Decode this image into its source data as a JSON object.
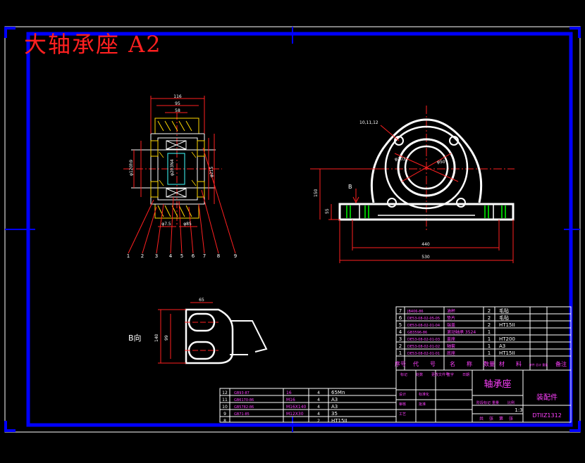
{
  "title": "大轴承座 A2",
  "colors": {
    "background": "#000000",
    "frame": "#0000ff",
    "outline": "#ffffff",
    "center": "#ff2020",
    "dim": "#ff2020",
    "yellow": "#ffd700",
    "green": "#00ff00",
    "magenta": "#ff40ff",
    "cyan": "#40ffff"
  },
  "view_left": {
    "dims_top": [
      "116",
      "95",
      "58"
    ],
    "dims_side": [
      "φ120h9",
      "φ203N4",
      "φ215"
    ],
    "dims_bottom": [
      "φ7.5",
      "φ85"
    ],
    "balloons": [
      "1",
      "2",
      "3",
      "4",
      "5",
      "6",
      "7",
      "8",
      "9"
    ]
  },
  "view_front": {
    "callout": "10,11,12",
    "section_label": "B",
    "dims_height": [
      "150",
      "55"
    ],
    "dims_width": [
      "440",
      "530"
    ],
    "dims_radial": [
      "φ203",
      "φ50"
    ]
  },
  "view_b": {
    "label": "B向",
    "dims": [
      "65",
      "140",
      "99"
    ]
  },
  "parts_list_right": [
    {
      "no": "7",
      "code": "JB406-86",
      "name": "油杯",
      "qty": "2",
      "mat": "毛毡"
    },
    {
      "no": "6",
      "code": "DE53-08-02-05-05",
      "name": "垫片",
      "qty": "2",
      "mat": "毛毡"
    },
    {
      "no": "5",
      "code": "DE53-08-02-01-04",
      "name": "端盖",
      "qty": "2",
      "mat": "HT15II"
    },
    {
      "no": "4",
      "code": "GB3596-86",
      "name": "滚动轴承 3524",
      "qty": "1",
      "mat": ""
    },
    {
      "no": "3",
      "code": "DE53-08-02-01-03",
      "name": "盖座",
      "qty": "1",
      "mat": "HT200"
    },
    {
      "no": "2",
      "code": "DE53-08-02-01-02",
      "name": "轴套",
      "qty": "1",
      "mat": "A3"
    },
    {
      "no": "1",
      "code": "DE53-08-02-01-01",
      "name": "底座",
      "qty": "1",
      "mat": "HT15II"
    }
  ],
  "parts_header": [
    "序号",
    "代",
    "号",
    "名",
    "称",
    "数量",
    "材",
    "料",
    "单件 总计 重量",
    "备注"
  ],
  "parts_list_left": [
    {
      "no": "12",
      "code": "GB93-87",
      "name": "16",
      "qty": "4",
      "mat": "65Mn"
    },
    {
      "no": "11",
      "code": "GB6170-86",
      "name": "M16",
      "qty": "4",
      "mat": "A3"
    },
    {
      "no": "10",
      "code": "GB5782-86",
      "name": "M16X140",
      "qty": "4",
      "mat": "A3"
    },
    {
      "no": "9",
      "code": "GB71-85",
      "name": "M12X30",
      "qty": "4",
      "mat": "35"
    },
    {
      "no": "8",
      "code": "",
      "name": "",
      "qty": "2",
      "mat": "HT15II"
    }
  ],
  "title_block": {
    "part_name": "轴承座",
    "drawing_type": "装配件",
    "scale": "1:3",
    "drawing_no": "DTIIZ1312",
    "labels_top": [
      "标记",
      "处数",
      "更改文件号",
      "签字",
      "日期"
    ],
    "labels_mid": [
      "阶段标记",
      "重量",
      "比例"
    ],
    "labels_left": [
      "设计",
      "审核",
      "工艺"
    ],
    "labels_small": [
      "标准化",
      "批准"
    ],
    "sheet": [
      "共",
      "张",
      "第",
      "张"
    ]
  }
}
